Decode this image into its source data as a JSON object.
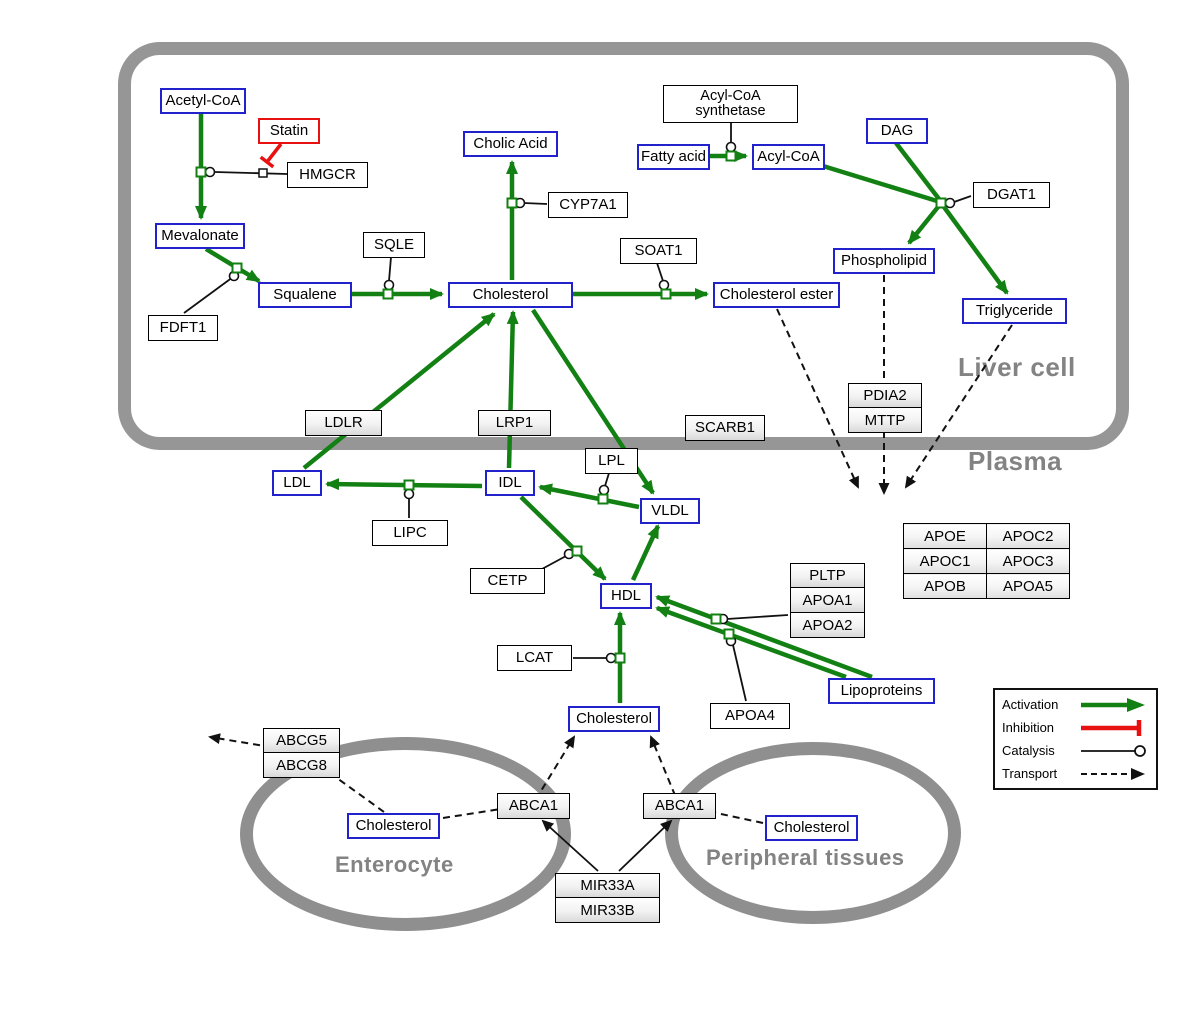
{
  "regions": {
    "liver_cell": "Liver cell",
    "plasma": "Plasma",
    "enterocyte": "Enterocyte",
    "peripheral_tissues": "Peripheral tissues"
  },
  "nodes": {
    "acetyl_coa": "Acetyl-CoA",
    "statin": "Statin",
    "hmgcr": "HMGCR",
    "mevalonate": "Mevalonate",
    "fdft1": "FDFT1",
    "squalene": "Squalene",
    "sqle": "SQLE",
    "cholic_acid": "Cholic Acid",
    "cyp7a1": "CYP7A1",
    "cholesterol_liver": "Cholesterol",
    "soat1": "SOAT1",
    "cholesterol_ester": "Cholesterol ester",
    "acs_line1": "Acyl-CoA",
    "acs_line2": "synthetase",
    "fatty_acid": "Fatty acid",
    "acyl_coa": "Acyl-CoA",
    "dag": "DAG",
    "dgat1": "DGAT1",
    "phospholipid": "Phospholipid",
    "triglyceride": "Triglyceride",
    "ldlr": "LDLR",
    "lrp1": "LRP1",
    "scarb1": "SCARB1",
    "pdia2": "PDIA2",
    "mttp": "MTTP",
    "ldl": "LDL",
    "idl": "IDL",
    "lipc": "LIPC",
    "lpl": "LPL",
    "vldl": "VLDL",
    "cetp": "CETP",
    "hdl": "HDL",
    "pltp": "PLTP",
    "apoa1": "APOA1",
    "apoa2": "APOA2",
    "lcat": "LCAT",
    "apoa4": "APOA4",
    "lipoproteins": "Lipoproteins",
    "cholesterol_plasma": "Cholesterol",
    "abcg5": "ABCG5",
    "abcg8": "ABCG8",
    "cholesterol_enterocyte": "Cholesterol",
    "abca1_enterocyte": "ABCA1",
    "abca1_peripheral": "ABCA1",
    "cholesterol_peripheral": "Cholesterol",
    "mir33a": "MIR33A",
    "mir33b": "MIR33B"
  },
  "apo_table": {
    "rows": [
      [
        "APOE",
        "APOC2"
      ],
      [
        "APOC1",
        "APOC3"
      ],
      [
        "APOB",
        "APOA5"
      ]
    ]
  },
  "legend": {
    "activation": "Activation",
    "inhibition": "Inhibition",
    "catalysis": "Catalysis",
    "transport": "Transport"
  },
  "colors": {
    "activation_green": "#128012",
    "inhibition_red": "#e81111",
    "metabolite_blue": "#2222cc",
    "membrane_gray": "#969696",
    "catalysis_black": "#111111"
  }
}
